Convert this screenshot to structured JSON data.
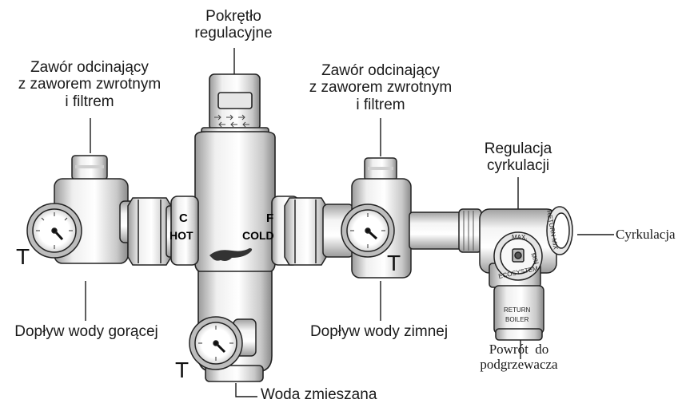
{
  "labels": {
    "control_knob": [
      "Pokrętło",
      "regulacyjne"
    ],
    "shutoff_left": [
      "Zawór odcinający",
      "z zaworem zwrotnym",
      "i filtrem"
    ],
    "shutoff_right": [
      "Zawór odcinający",
      "z zaworem zwrotnym",
      "i filtrem"
    ],
    "circulation_control": [
      "Regulacja",
      "cyrkulacji"
    ],
    "circulation": "Cyrkulacja",
    "hot_inlet": "Dopływ wody gorącej",
    "cold_inlet": "Dopływ wody zimnej",
    "mixed_water": "Woda zmieszana",
    "boiler_return": [
      "Powrót  do",
      "podgrzewacza"
    ],
    "thermometer_mark": "T"
  },
  "body_markings": {
    "hot_letter": "C",
    "hot_word": "HOT",
    "cold_letter": "F",
    "cold_word": "COLD",
    "dial_max": "MAX.",
    "dial_min": "MIN",
    "dial_brand": "ECOSYSTEM",
    "dial_return_mix": "RETURN MIX",
    "return_boiler_line1": "RETURN",
    "return_boiler_line2": "BOILER"
  },
  "colors": {
    "ink": "#1a1a1a",
    "metal_light": "#f2f2f2",
    "metal_mid": "#d0d0d0",
    "metal_dark": "#8a8a8a"
  }
}
